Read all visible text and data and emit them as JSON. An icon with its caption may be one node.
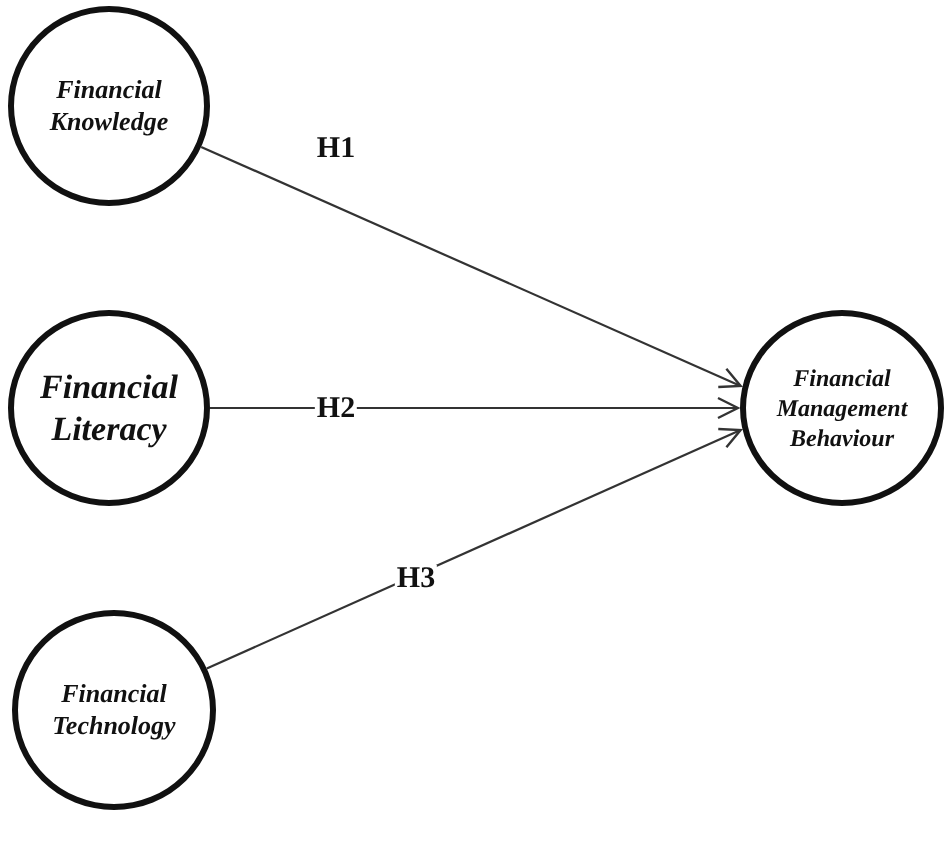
{
  "diagram": {
    "nodes": [
      {
        "text": [
          "Financial Knowledge"
        ]
      },
      {
        "text": [
          "Financial Literacy"
        ]
      },
      {
        "text": [
          "Financial Technology"
        ]
      },
      {
        "text": [
          "Financial Management Behaviour"
        ]
      }
    ],
    "edges": [
      {
        "from": 0,
        "to": 3,
        "arrow": "to",
        "label": "H1"
      },
      {
        "from": 1,
        "to": 3,
        "arrow": "to",
        "label": "H2"
      },
      {
        "from": 2,
        "to": 3,
        "arrow": "to",
        "label": "H3"
      }
    ]
  }
}
